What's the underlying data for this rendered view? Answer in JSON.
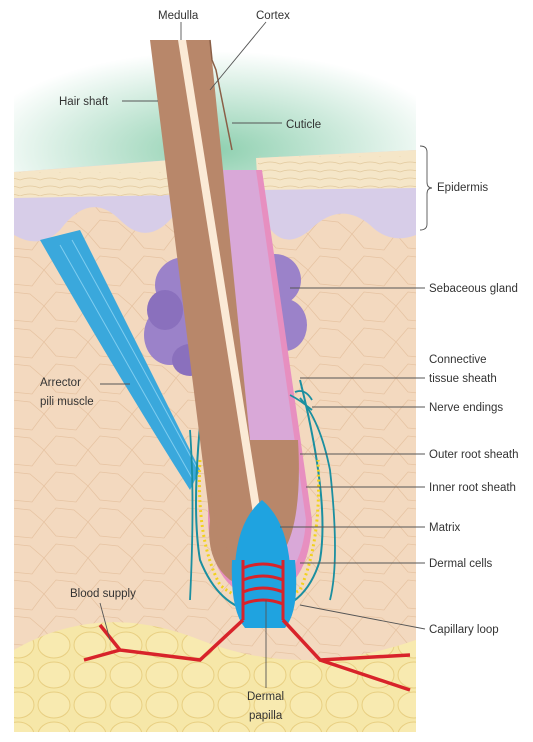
{
  "labels": {
    "medulla": "Medulla",
    "cortex": "Cortex",
    "hair_shaft": "Hair shaft",
    "cuticle": "Cuticle",
    "epidermis": "Epidermis",
    "sebaceous_gland": "Sebaceous gland",
    "connective_tissue_sheath_1": "Connective",
    "connective_tissue_sheath_2": "tissue sheath",
    "nerve_endings": "Nerve endings",
    "arrector_pili_1": "Arrector",
    "arrector_pili_2": "pili muscle",
    "outer_root_sheath": "Outer root sheath",
    "inner_root_sheath": "Inner root sheath",
    "matrix": "Matrix",
    "dermal_cells": "Dermal cells",
    "blood_supply": "Blood supply",
    "capillary_loop": "Capillary loop",
    "dermal_papilla_1": "Dermal",
    "dermal_papilla_2": "papilla"
  },
  "colors": {
    "sky_glow": "#a8d8c0",
    "epidermis_band": "#f5e6c8",
    "epidermis_lower": "#d7cde8",
    "dermis": "#f3d9bf",
    "hair": "#b8876a",
    "medulla": "#fbead6",
    "gland": "#9b82c9",
    "muscle": "#3aa8dc",
    "nerve": "#1b8fa0",
    "blood": "#d8232a",
    "fat": "#f6e7a8",
    "sheath_pink": "#e78fc0",
    "yellow_dots": "#f2d21c"
  }
}
